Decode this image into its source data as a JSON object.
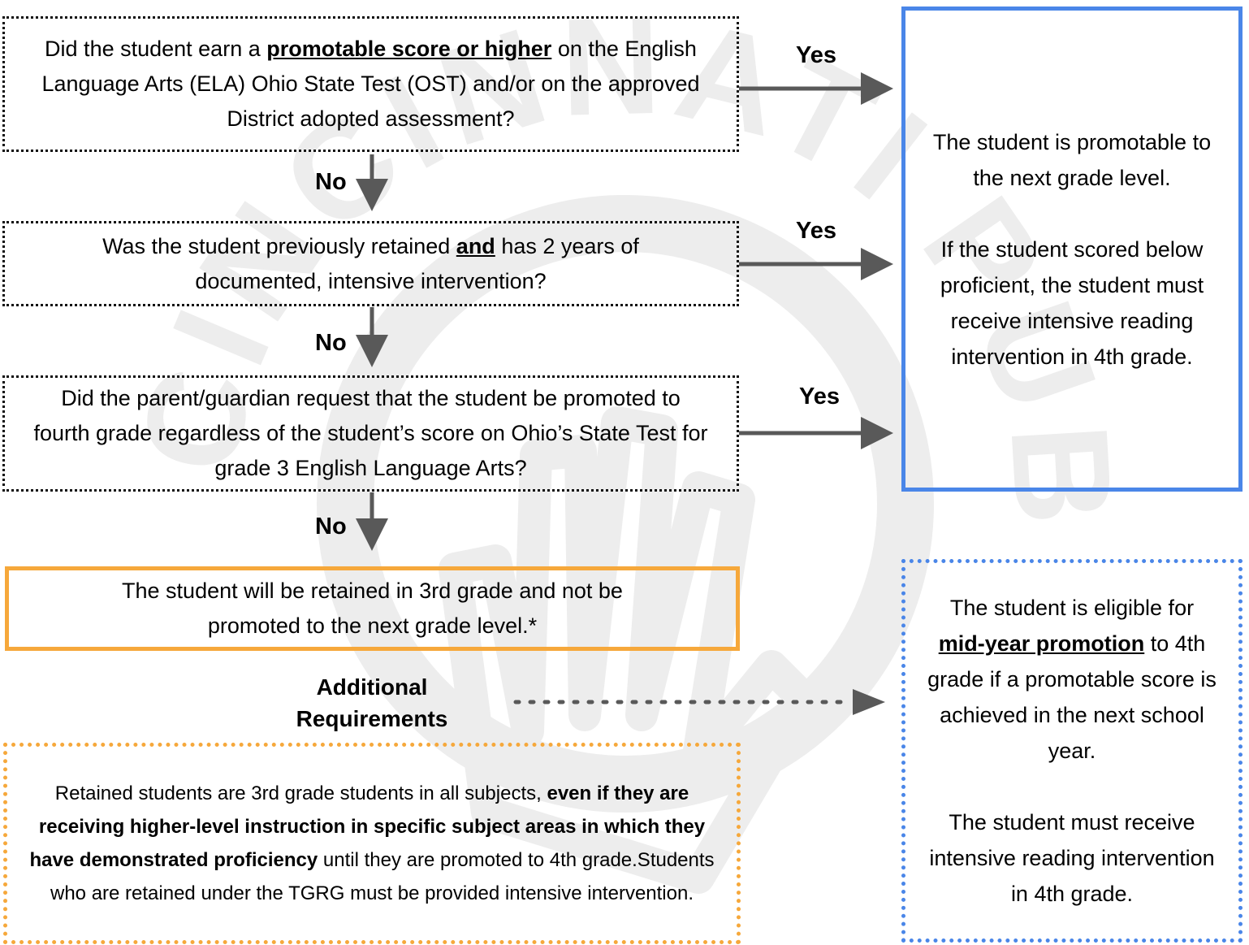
{
  "watermark": {
    "text": "CINCINNATI PUBLIC SCHOOLS"
  },
  "questions": {
    "q1": {
      "pre": "Did the student earn a ",
      "emph": "promotable score or higher",
      "post": " on the English Language Arts (ELA) Ohio State Test (OST) and/or on the approved District adopted assessment?"
    },
    "q2": {
      "pre": "Was the student previously retained ",
      "emph": "and",
      "post": " has 2 years of documented, intensive intervention?"
    },
    "q3": {
      "text": "Did the parent/guardian request that the student be promoted to fourth grade regardless of the student’s score on Ohio’s State Test for grade 3 English Language Arts?"
    }
  },
  "arrow_labels": {
    "yes": "Yes",
    "no": "No"
  },
  "promotable_box": {
    "line1": "The student is promotable to the next grade level.",
    "line2": "If the student scored below proficient, the student must receive intensive reading intervention in 4th grade."
  },
  "retained_box": {
    "text": "The student will be retained in 3rd grade and not be promoted to the next grade level.*"
  },
  "additional": {
    "heading": "Additional Requirements",
    "text_pre": "Retained students are 3rd grade students in all subjects, ",
    "text_bold": "even if they are receiving higher-level instruction in specific subject areas in which they have demonstrated proficiency",
    "text_post": " until they are promoted to 4th grade.Students who are retained under the TGRG must be provided intensive intervention."
  },
  "midyear_box": {
    "pre": "The student is eligible for ",
    "emph": "mid-year promotion",
    "post": " to 4th grade if a promotable score is achieved in the next school year.",
    "line2": "The student must receive intensive reading intervention in 4th grade."
  },
  "colors": {
    "blue": "#4a86e8",
    "orange": "#f6a83b",
    "arrow": "#595959",
    "watermark": "#ececec"
  }
}
